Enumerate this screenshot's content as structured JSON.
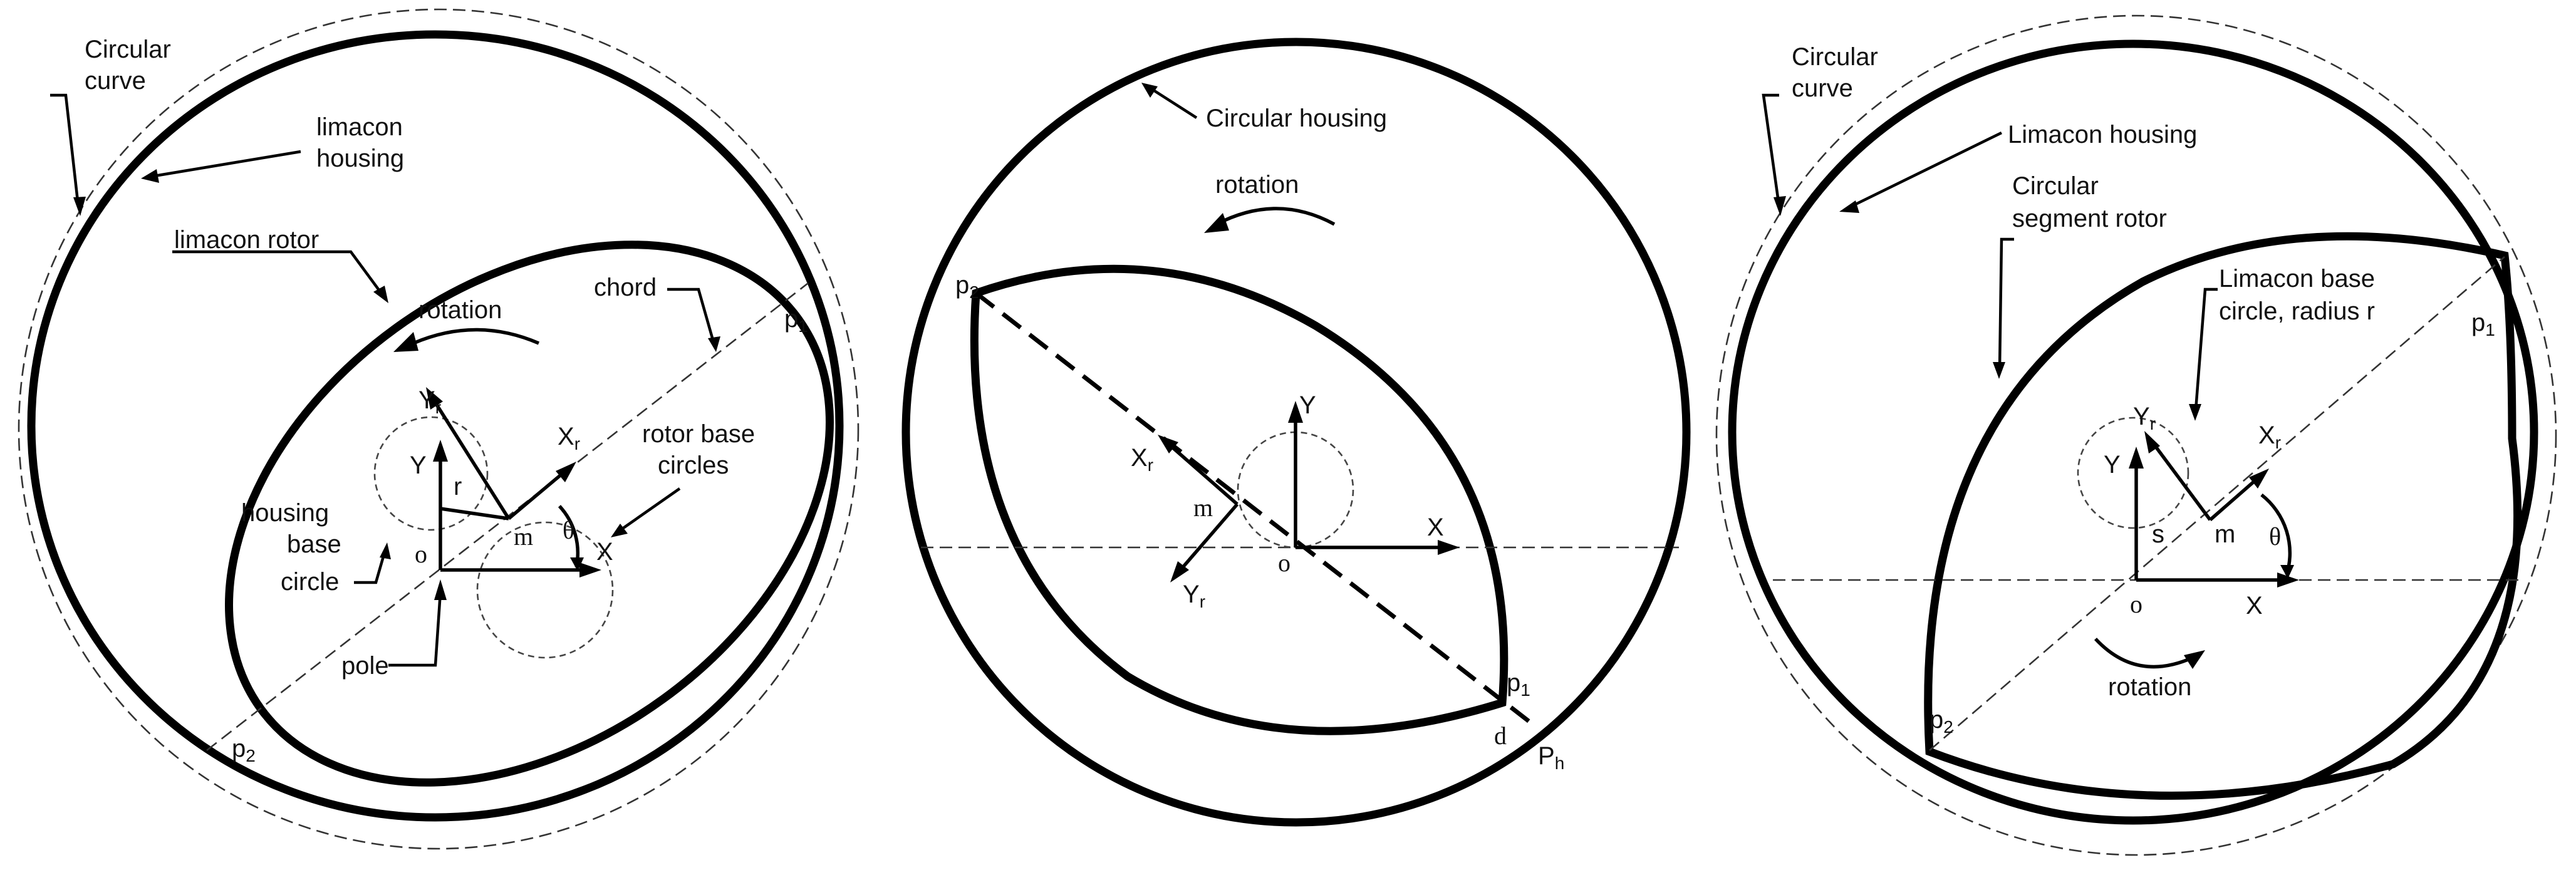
{
  "panels": [
    {
      "labels": {
        "circular_curve": [
          "Circular",
          "curve"
        ],
        "limacon_housing": [
          "limacon",
          "housing"
        ],
        "limacon_rotor": "limacon rotor",
        "rotation": "rotation",
        "chord": "chord",
        "p1": "p",
        "p1_sub": "1",
        "p2": "p",
        "p2_sub": "2",
        "Yr": "Y",
        "Yr_sub": "r",
        "Xr": "X",
        "Xr_sub": "r",
        "Y": "Y",
        "X": "X",
        "r": "r",
        "m": "m",
        "o": "o",
        "theta": "θ",
        "rotor_base_circles": [
          "rotor base",
          "circles"
        ],
        "housing_base_circle": [
          "housing",
          "base",
          "circle"
        ],
        "pole": "pole"
      }
    },
    {
      "labels": {
        "circular_housing": "Circular housing",
        "rotation": "rotation",
        "p2": "p",
        "p2_sub": "2",
        "p1": "p",
        "p1_sub": "1",
        "Xr": "X",
        "Xr_sub": "r",
        "Yr": "Y",
        "Yr_sub": "r",
        "Y": "Y",
        "X": "X",
        "m": "m",
        "o": "o",
        "d": "d",
        "Ph": "P",
        "Ph_sub": "h"
      }
    },
    {
      "labels": {
        "circular_curve": [
          "Circular",
          "curve"
        ],
        "limacon_housing": "Limacon housing",
        "circular_segment_rotor": [
          "Circular",
          "segment rotor"
        ],
        "limacon_base_circle": [
          "Limacon base",
          "circle, radius r"
        ],
        "p1": "p",
        "p1_sub": "1",
        "p2": "p",
        "p2_sub": "2",
        "Yr": "Y",
        "Yr_sub": "r",
        "Xr": "X",
        "Xr_sub": "r",
        "Y": "Y",
        "X": "X",
        "s": "s",
        "m": "m",
        "o": "o",
        "theta": "θ",
        "rotation": "rotation"
      }
    }
  ]
}
